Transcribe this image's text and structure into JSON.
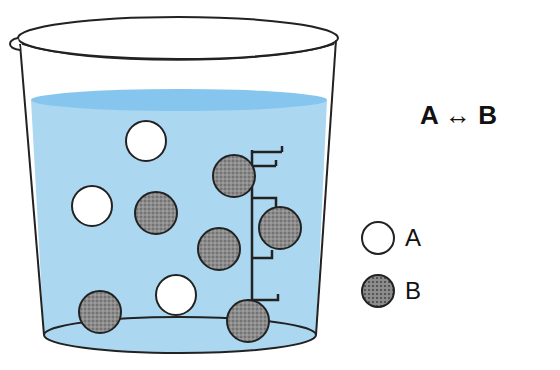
{
  "diagram": {
    "labels": [
      "A ↔ B"
    ],
    "legend": [
      {
        "text": "A",
        "color": "#ffffff"
      },
      {
        "text": "B",
        "color": "#8c8c8c"
      }
    ]
  }
}
